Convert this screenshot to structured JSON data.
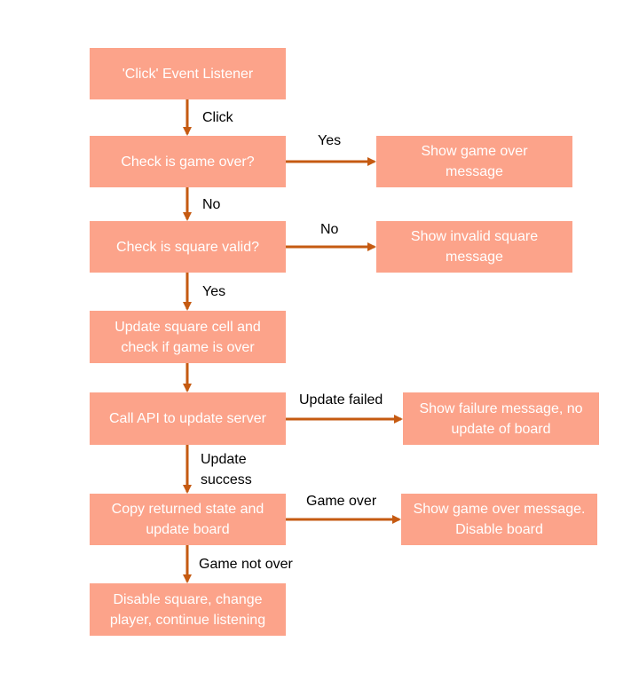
{
  "colors": {
    "box_fill": "#FCA38A",
    "box_text": "#FFFFFF",
    "arrow": "#C55A11",
    "label_text": "#000000"
  },
  "nodes": {
    "start": "'Click' Event Listener",
    "check_game_over": "Check is game over?",
    "show_game_over_message": "Show game over\nmessage",
    "check_square_valid": "Check is square valid?",
    "show_invalid_square": "Show invalid square\nmessage",
    "update_square_cell": "Update square cell and\ncheck if game is over",
    "call_api": "Call API to update server",
    "show_failure_message": "Show failure message, no\nupdate of board",
    "copy_returned_state": "Copy returned state and\nupdate board",
    "show_game_over_disable": "Show game over message.\nDisable board",
    "disable_square": "Disable square, change\nplayer, continue listening"
  },
  "edges": {
    "click": "Click",
    "game_over_yes": "Yes",
    "game_over_no": "No",
    "square_invalid_no": "No",
    "square_valid_yes": "Yes",
    "update_failed": "Update failed",
    "update_success": "Update\nsuccess",
    "game_over": "Game over",
    "game_not_over": "Game not over"
  }
}
